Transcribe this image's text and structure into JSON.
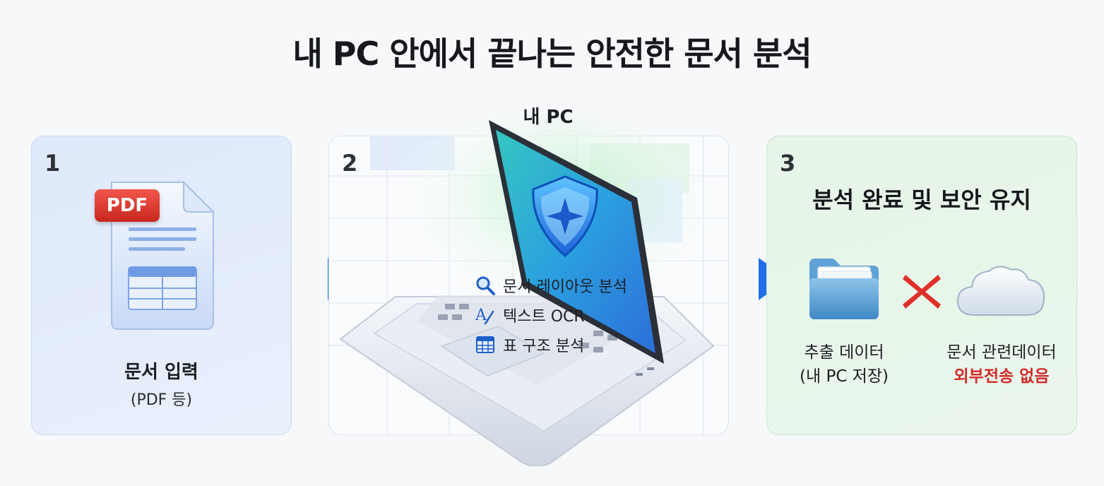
{
  "title": "내 PC 안에서 끝나는 안전한 문서 분석",
  "steps": [
    {
      "number": "1",
      "label": "문서 입력",
      "sublabel": "(PDF 등)",
      "icon": "pdf-document-icon",
      "badge": "PDF"
    },
    {
      "number": "2",
      "device_label": "내 PC",
      "features": [
        {
          "icon": "magnifier-icon",
          "label": "문서 레이아웃 분석"
        },
        {
          "icon": "text-ocr-icon",
          "label": "텍스트 OCR"
        },
        {
          "icon": "table-icon",
          "label": "표 구조 분석"
        }
      ]
    },
    {
      "number": "3",
      "title": "분석 완료 및 보안 유지",
      "extracted_label": "추출 데이터",
      "extracted_sub": "(내 PC 저장)",
      "doc_label": "문서 관련데이터",
      "doc_sub": "외부전송 없음"
    }
  ],
  "colors": {
    "accent_blue": "#1f6fe8",
    "warning_red": "#d42a2a",
    "panel1_bg": "#e4edfb",
    "panel3_bg": "#e8f5ea",
    "screen_teal": "#1fb3b0"
  }
}
